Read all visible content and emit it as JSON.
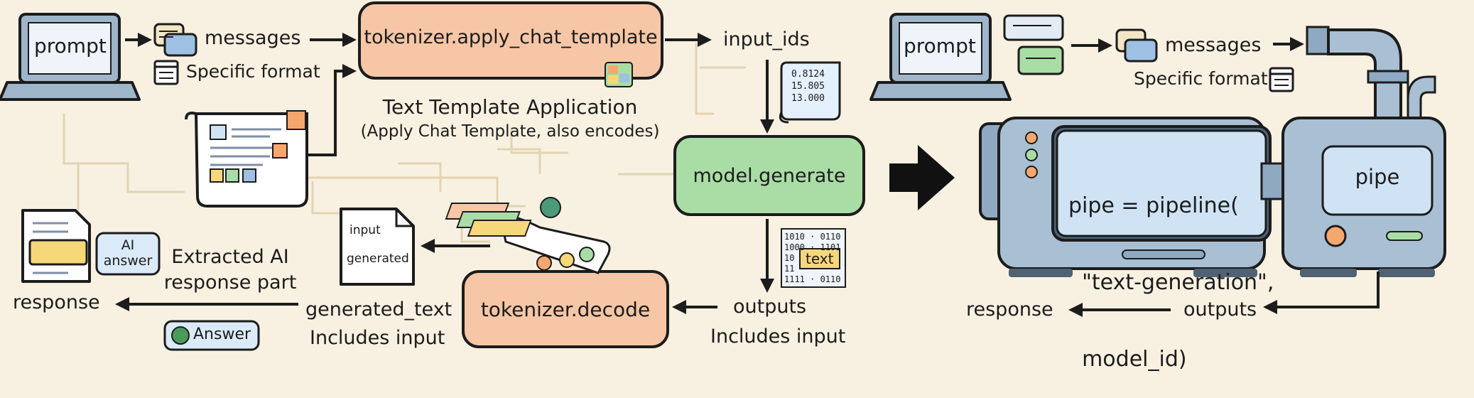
{
  "left": {
    "prompt": "prompt",
    "messages": "messages",
    "specific_format": "Specific format",
    "apply_template": "tokenizer.apply_chat_template",
    "template_title": "Text Template Application",
    "template_sub": "(Apply Chat Template, also encodes)",
    "input_ids": "input_ids",
    "input_ids_values": [
      "0.8124",
      "15.805",
      "13.000"
    ],
    "generate": "model.generate",
    "outputs": "outputs",
    "outputs_note": "Includes input",
    "binary_lines": [
      "1010 · 0110",
      "1000 · 1101",
      "10",
      "11",
      "1111 · 0110"
    ],
    "binary_tag": "text",
    "decode": "tokenizer.decode",
    "generated_text": "generated_text",
    "generated_note": "Includes input",
    "doc_input": "input",
    "doc_generated": "generated",
    "ai_answer": [
      "AI",
      "answer"
    ],
    "extracted": [
      "Extracted AI",
      "response part"
    ],
    "response": "response",
    "answer_badge": "Answer"
  },
  "right": {
    "prompt": "prompt",
    "messages": "messages",
    "specific_format": "Specific format",
    "code_lines": [
      "pipe = pipeline(",
      "  \"text-generation\",",
      "  model_id)"
    ],
    "pipe": "pipe",
    "outputs": "outputs",
    "response": "response"
  },
  "colors": {
    "background": "#f8f1e2",
    "tokenizer_box": "#f6c6a6",
    "generate_box": "#a9dda5",
    "machine": "#a9bfd3",
    "screen": "#cfe3f5",
    "highlight": "#f6d77a"
  },
  "icons": [
    "laptop-icon",
    "chat-bubbles-icon",
    "format-list-icon",
    "document-icon",
    "puzzle-icon",
    "scroll-icon",
    "binary-icon",
    "emoji-feedback-icon",
    "check-icon",
    "pipe-icon",
    "pipeline-machine-icon"
  ]
}
